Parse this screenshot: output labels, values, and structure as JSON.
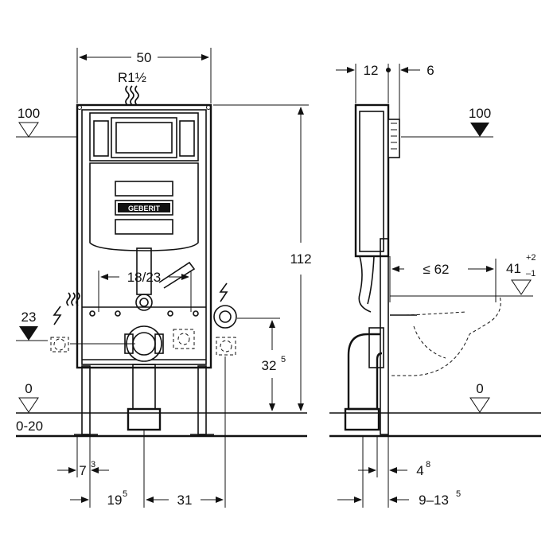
{
  "front_view": {
    "width_dim": "50",
    "pipe_thread": "R1½",
    "level_top": "100",
    "height_dim": "112",
    "flush_dim": "18/23",
    "level_mid": "23",
    "outlet_height_base": "32",
    "outlet_height_sup": "5",
    "level_floor": "0",
    "floor_range": "0-20",
    "foot_offset_base": "7",
    "foot_offset_sup": "3",
    "left_offset_base": "19",
    "left_offset_sup": "5",
    "center_dim": "31",
    "brand_label": "GEBERIT"
  },
  "side_view": {
    "depth_dim_a": "12",
    "depth_dim_b": "6",
    "level_top": "100",
    "projection_dim": "≤ 62",
    "bowl_height_base": "41",
    "bowl_height_sup": "+2",
    "bowl_height_sub": "–1",
    "level_floor": "0",
    "wall_dim_base": "4",
    "wall_dim_sup": "8",
    "install_range_base": "9–13",
    "install_range_sup": "5"
  },
  "colors": {
    "line": "#111111",
    "fill_gray": "#d9d9d9",
    "background": "#ffffff"
  }
}
